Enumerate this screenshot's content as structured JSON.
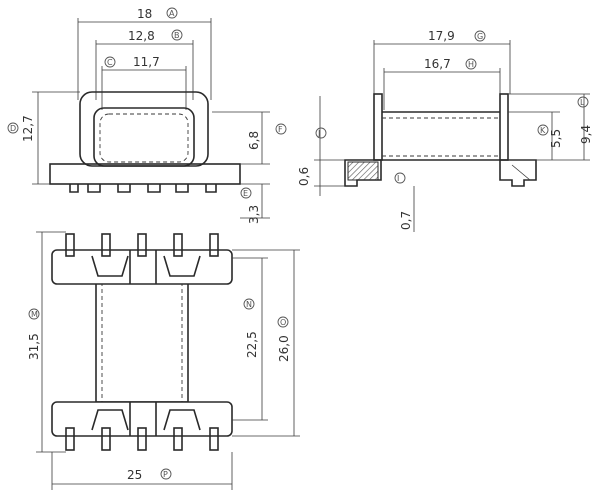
{
  "dimensions": {
    "top_width_outer": "18",
    "top_width_mid": "12,8",
    "top_width_inner": "11,7",
    "front_height": "12,7",
    "flange_height": "6,8",
    "pin_length_front": "3,3",
    "side_width_outer": "17,9",
    "side_width_inner": "16,7",
    "side_height_outer": "9,4",
    "side_height_inner": "5,5",
    "side_base": "0,6",
    "side_pin": "0,7",
    "bottom_height": "31,5",
    "bottom_span_inner": "22,5",
    "bottom_span_outer": "26,0",
    "bottom_width": "25"
  },
  "labels": {
    "A": "A",
    "B": "B",
    "C": "C",
    "D": "D",
    "E": "E",
    "F": "F",
    "G": "G",
    "H": "H",
    "I": "I",
    "J": "J",
    "K": "K",
    "L": "L",
    "M": "M",
    "N": "N",
    "O": "O",
    "P": "P"
  },
  "colors": {
    "line": "#2a2a2a",
    "text": "#333333",
    "hatch": "#555555"
  }
}
